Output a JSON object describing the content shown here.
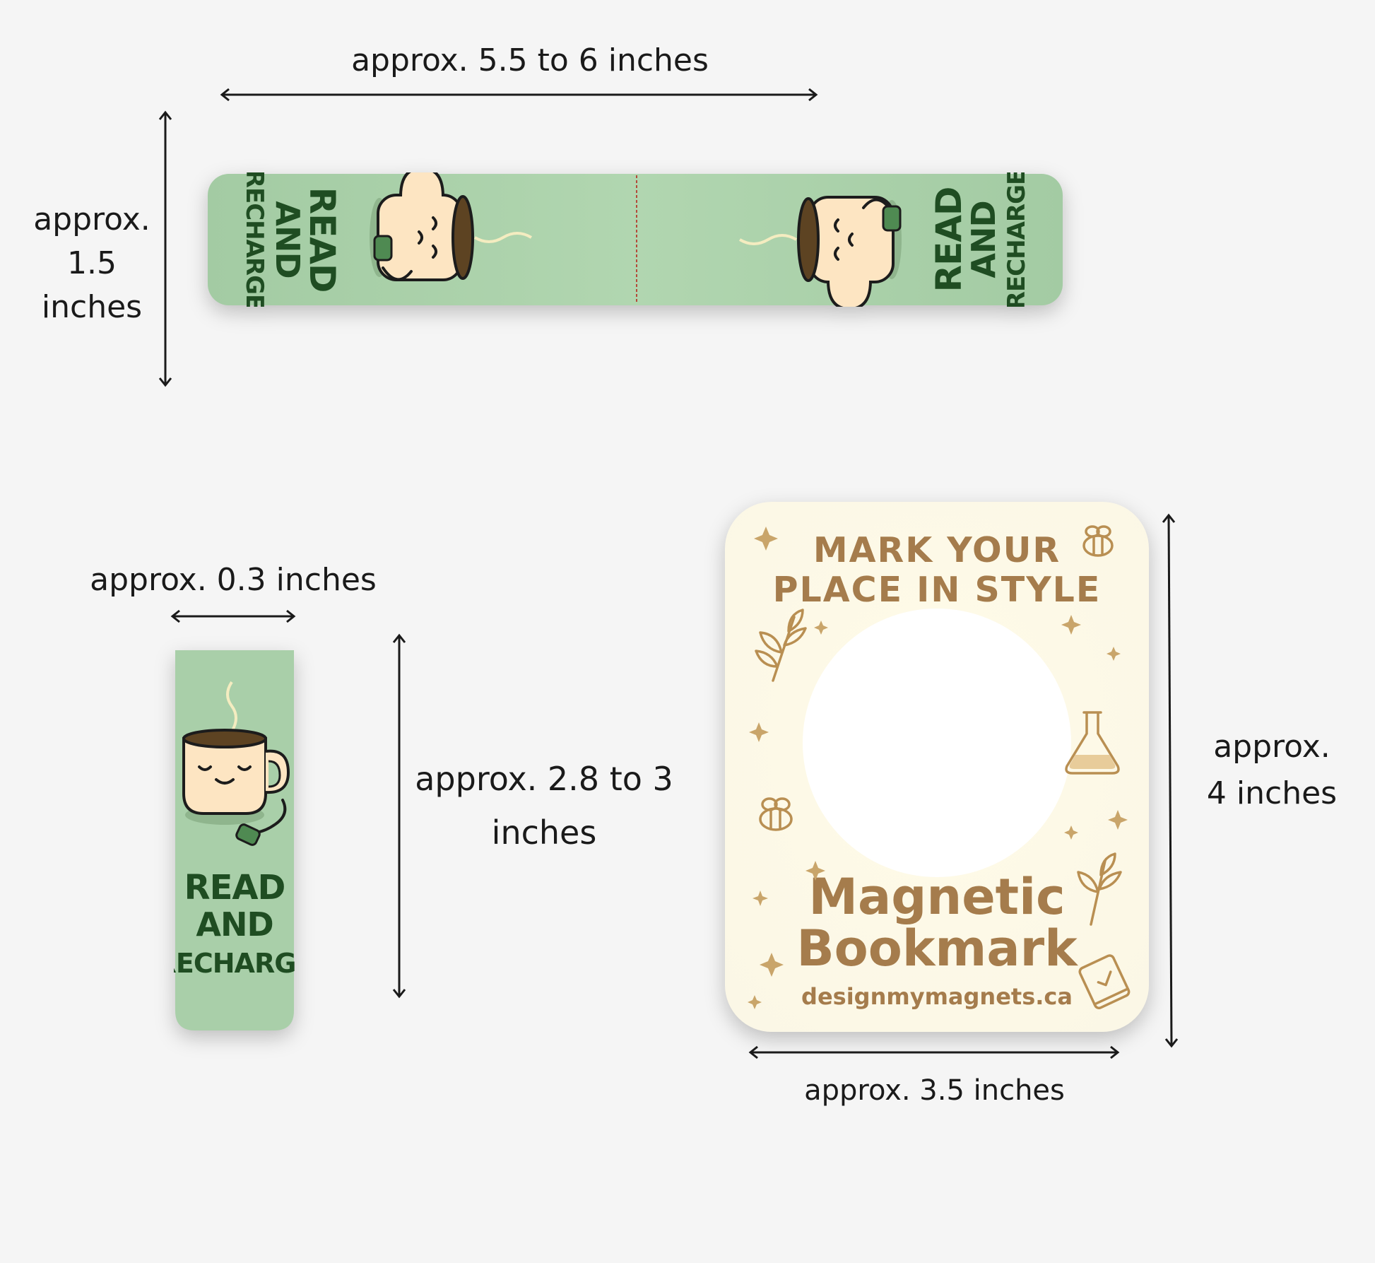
{
  "dimensions": {
    "strip_width": "approx. 5.5 to 6 inches",
    "strip_height": [
      "approx.",
      "1.5",
      "inches"
    ],
    "folded_width": "approx. 0.3 inches",
    "folded_height": [
      "approx. 2.8 to 3",
      "inches"
    ],
    "card_width": "approx. 3.5 inches",
    "card_height": [
      "approx.",
      "4 inches"
    ]
  },
  "bookmark": {
    "lines": [
      "READ",
      "AND",
      "RECHARGE"
    ]
  },
  "card": {
    "headline": [
      "MARK YOUR",
      "PLACE IN STYLE"
    ],
    "product": [
      "Magnetic",
      "Bookmark"
    ],
    "website": "designmymagnets.ca"
  },
  "colors": {
    "background": "#f5f5f5",
    "bookmark_green": "#a9cfa9",
    "bookmark_text": "#1f4d22",
    "card_cream": "#fdfaec",
    "card_brown": "#a57c4c",
    "mug_cream": "#fde5c2"
  },
  "icons": [
    "coffee-mug-icon",
    "plug-icon",
    "sparkle-icon",
    "bee-icon",
    "leaf-sprig-icon",
    "flask-icon",
    "book-check-icon"
  ]
}
